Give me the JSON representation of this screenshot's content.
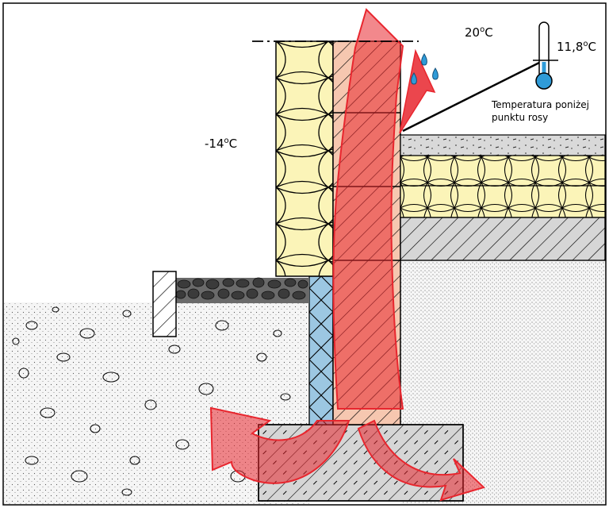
{
  "labels": {
    "temp_outside": "-14",
    "temp_inside": "20",
    "temp_surface": "11,8",
    "degree_unit": "C",
    "degree_sup": "o",
    "note_line1": "Temperatura poniżej",
    "note_line2": "punktu rosy"
  },
  "colors": {
    "insulation": "#fbf4b8",
    "xps": "#9cc7e2",
    "wall": "#f6c7b0",
    "heat": "#e8262e",
    "concrete": "#d3d3d3",
    "soil": "#f4f4f4",
    "gravel": "#3b3b3b",
    "water": "#2f9bd8"
  }
}
